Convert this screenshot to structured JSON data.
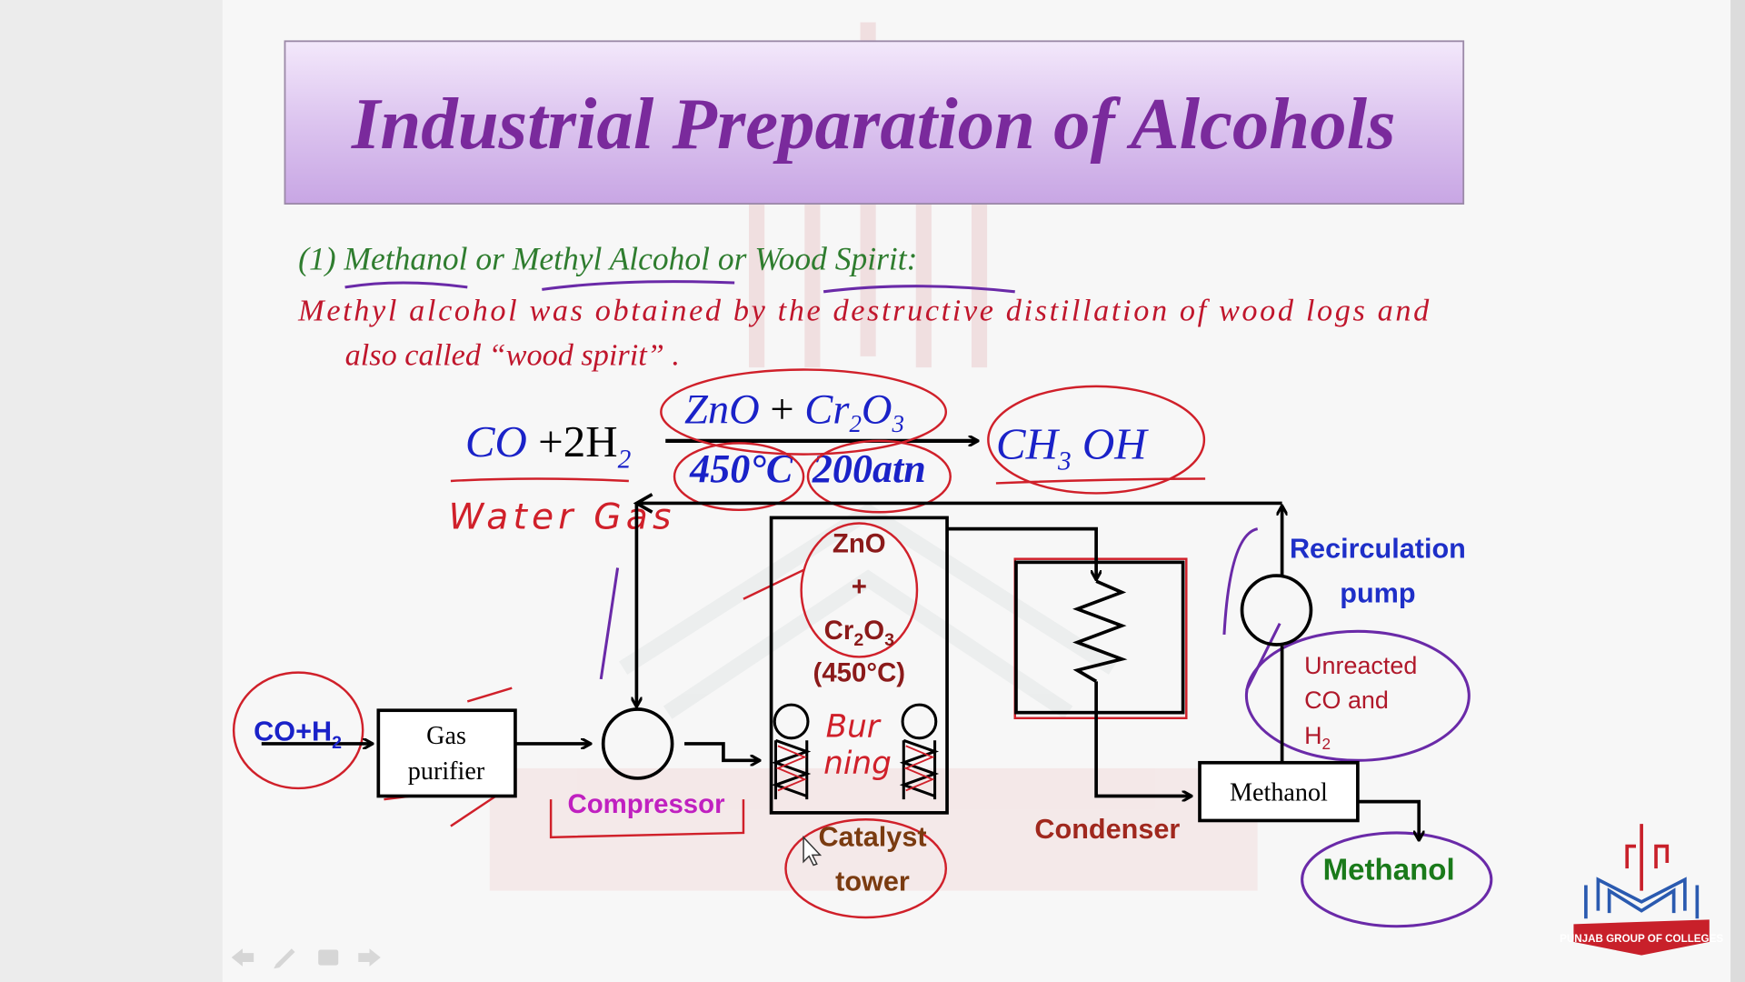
{
  "slide": {
    "title": "Industrial Preparation of Alcohols",
    "subheading": "(1) Methanol or Methyl Alcohol or Wood Spirit:",
    "description_line1": "Methyl alcohol was obtained by the destructive  distillation of wood logs and",
    "description_line2": "also called “wood spirit” ."
  },
  "equation": {
    "reactant_co": "CO",
    "reactant_plus": "+2H",
    "reactant_sub": "2",
    "catalyst_zno": "ZnO",
    "catalyst_plus": "+",
    "catalyst_cr": "Cr",
    "catalyst_cr_sub": "2",
    "catalyst_o": "O",
    "catalyst_o_sub": "3",
    "temperature": "450°C",
    "pressure": "200atn",
    "product_ch": "CH",
    "product_sub": "3",
    "product_oh": " OH"
  },
  "annotations": {
    "water_gas": "Water Gas",
    "burning_1": "Bur",
    "burning_2": "ning"
  },
  "diagram": {
    "feed": "CO+H",
    "feed_sub": "2",
    "gas_purifier_1": "Gas",
    "gas_purifier_2": "purifier",
    "compressor": "Compressor",
    "tower_zno": "ZnO",
    "tower_plus": "+",
    "tower_cr": "Cr",
    "tower_cr_sub": "2",
    "tower_o": "O",
    "tower_o_sub": "3",
    "tower_temp": "(450°C)",
    "catalyst_tower_1": "Catalyst",
    "catalyst_tower_2": "tower",
    "condenser": "Condenser",
    "methanol_box": "Methanol",
    "methanol_out": "Methanol",
    "recirculation_1": "Recirculation",
    "recirculation_2": "pump",
    "unreacted_1": "Unreacted",
    "unreacted_2": "CO and",
    "unreacted_3": "H",
    "unreacted_3_sub": "2"
  },
  "logo": {
    "text": "PUNJAB GROUP OF COLLEGES"
  },
  "colors": {
    "title": "#7a2a9c",
    "subheading": "#2f7d2f",
    "body": "#c0162c",
    "equation": "#1a22c8",
    "ink_red": "#d0202a",
    "ink_purple": "#6a2aa8"
  }
}
